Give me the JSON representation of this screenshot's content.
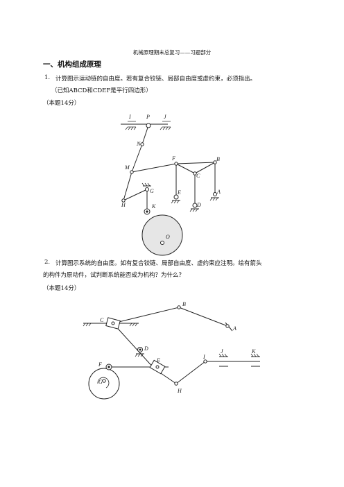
{
  "header": "机械原理期末总复习——习题部分",
  "section_title": "一、机构组成原理",
  "q1": {
    "number": "1.",
    "text": "计算图示运动链的自由度。若有复合铰链、局部自由度或虚约束，必须指出。",
    "note": "（已知ABCD和CDEF是平行四边形）",
    "score": "（本题14分）",
    "labels": {
      "I": "I",
      "P": "P",
      "J": "J",
      "N": "N",
      "M": "M",
      "F": "F",
      "B": "B",
      "C": "C",
      "G": "G",
      "E": "E",
      "A": "A",
      "H": "H",
      "D": "D",
      "K": "K",
      "O": "O"
    }
  },
  "q2": {
    "number": "2.",
    "line1": "计算图示系统的自由度。如有复合铰链、局部自由度、虚约束应注明。绘有箭头",
    "line2": "的构件为原动件，试判断系统能否成为机构？为什么？",
    "score": "（本题14分）",
    "labels": {
      "B": "B",
      "C": "C",
      "A": "A",
      "D": "D",
      "E": "E",
      "F": "F",
      "G": "G",
      "I": "I",
      "J": "J",
      "K": "K",
      "H": "H"
    }
  }
}
